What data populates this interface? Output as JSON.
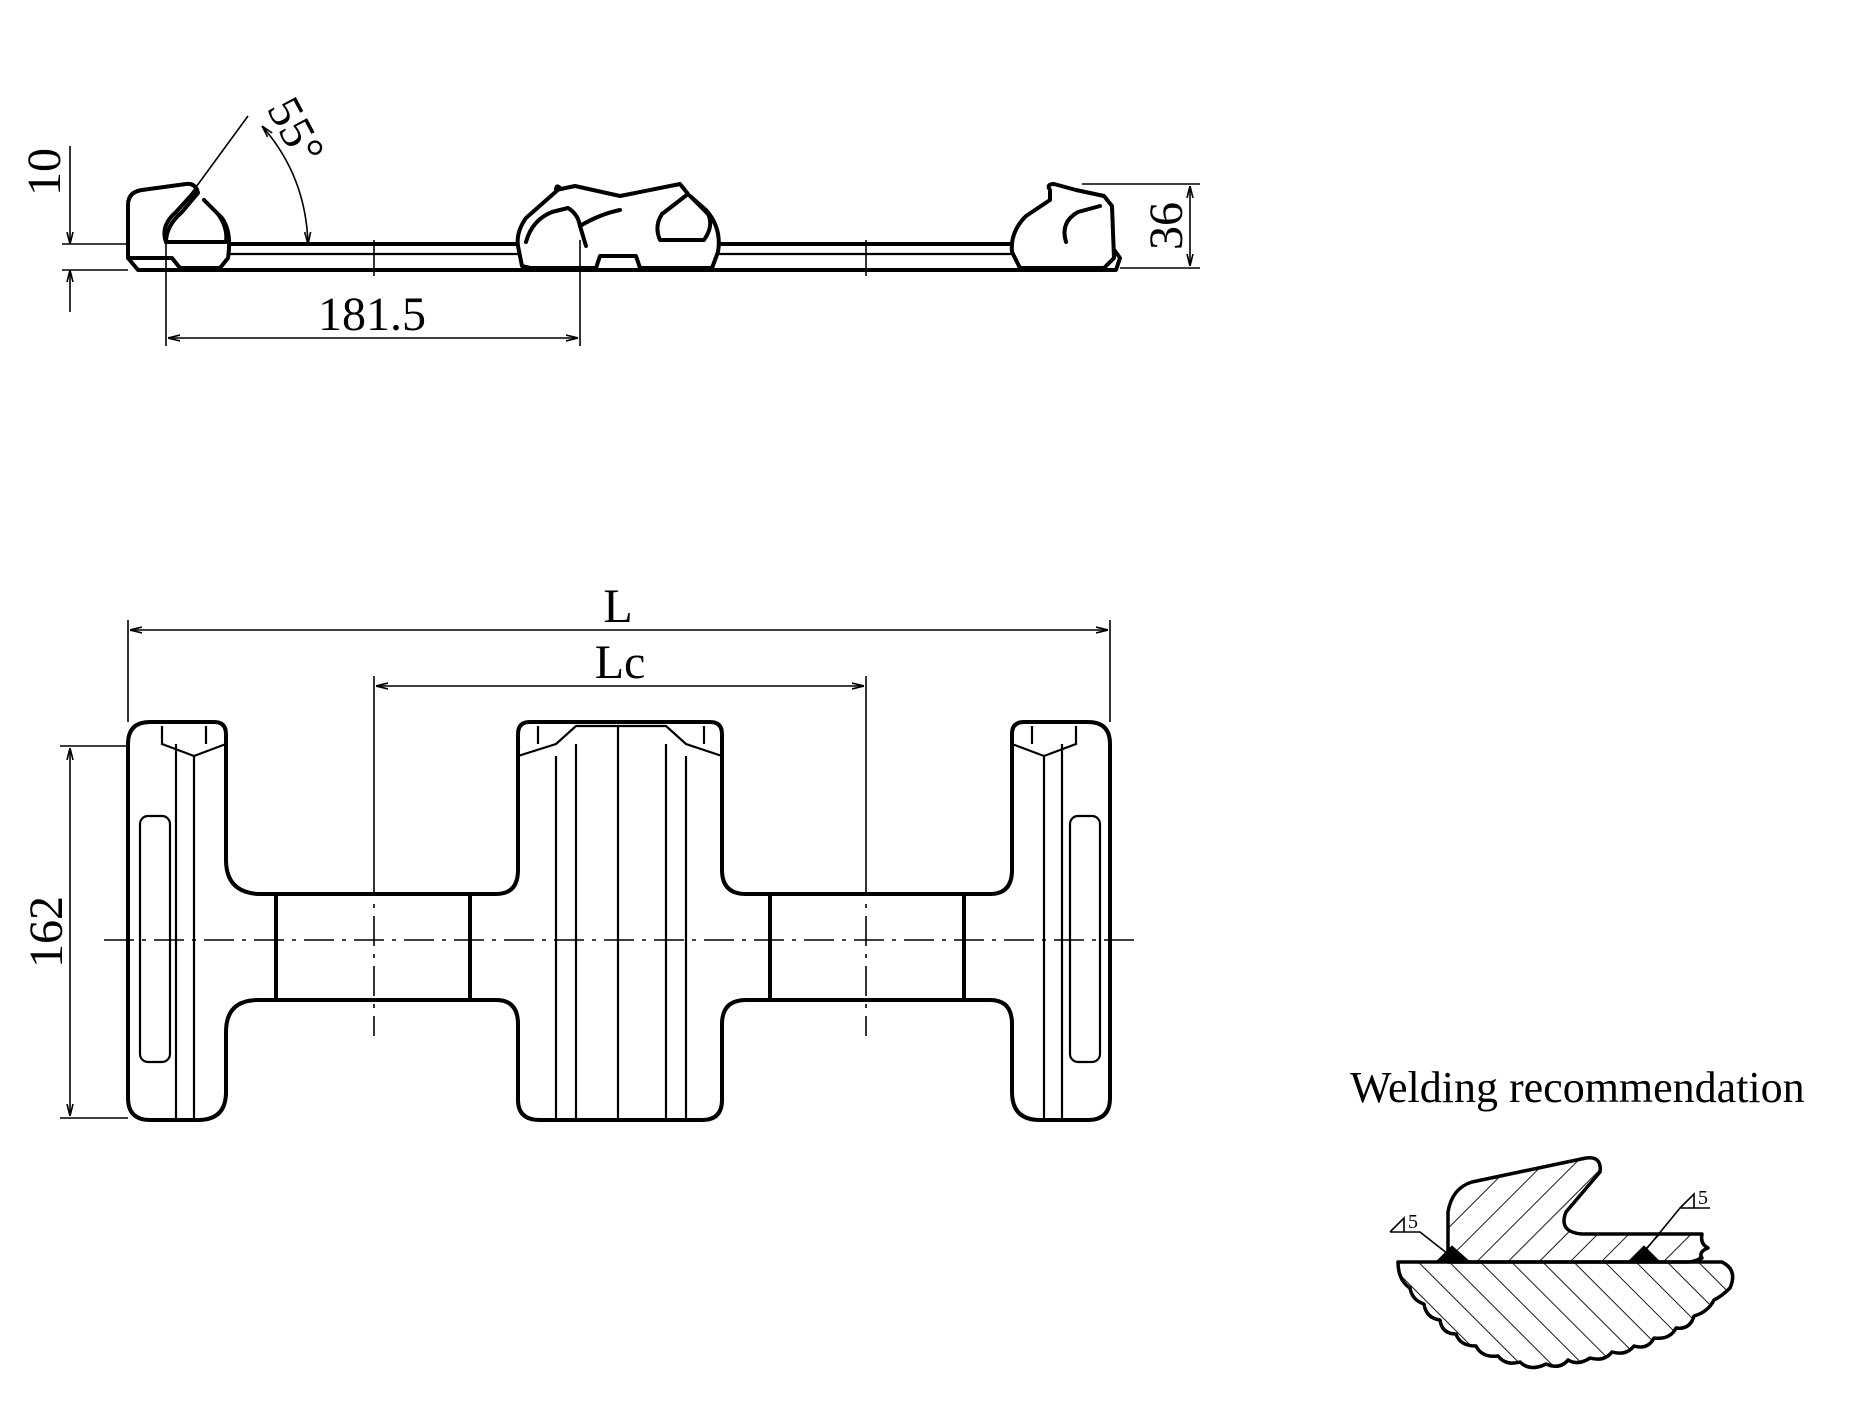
{
  "side_view": {
    "dims": {
      "angle": "55°",
      "height_small": "10",
      "height_total": "36",
      "pitch": "181.5"
    }
  },
  "top_view": {
    "dims": {
      "total_length": "L",
      "center_length": "Lc",
      "width": "162"
    }
  },
  "welding": {
    "title": "Welding recommendation",
    "weld_size_left": "5",
    "weld_size_right": "5"
  }
}
